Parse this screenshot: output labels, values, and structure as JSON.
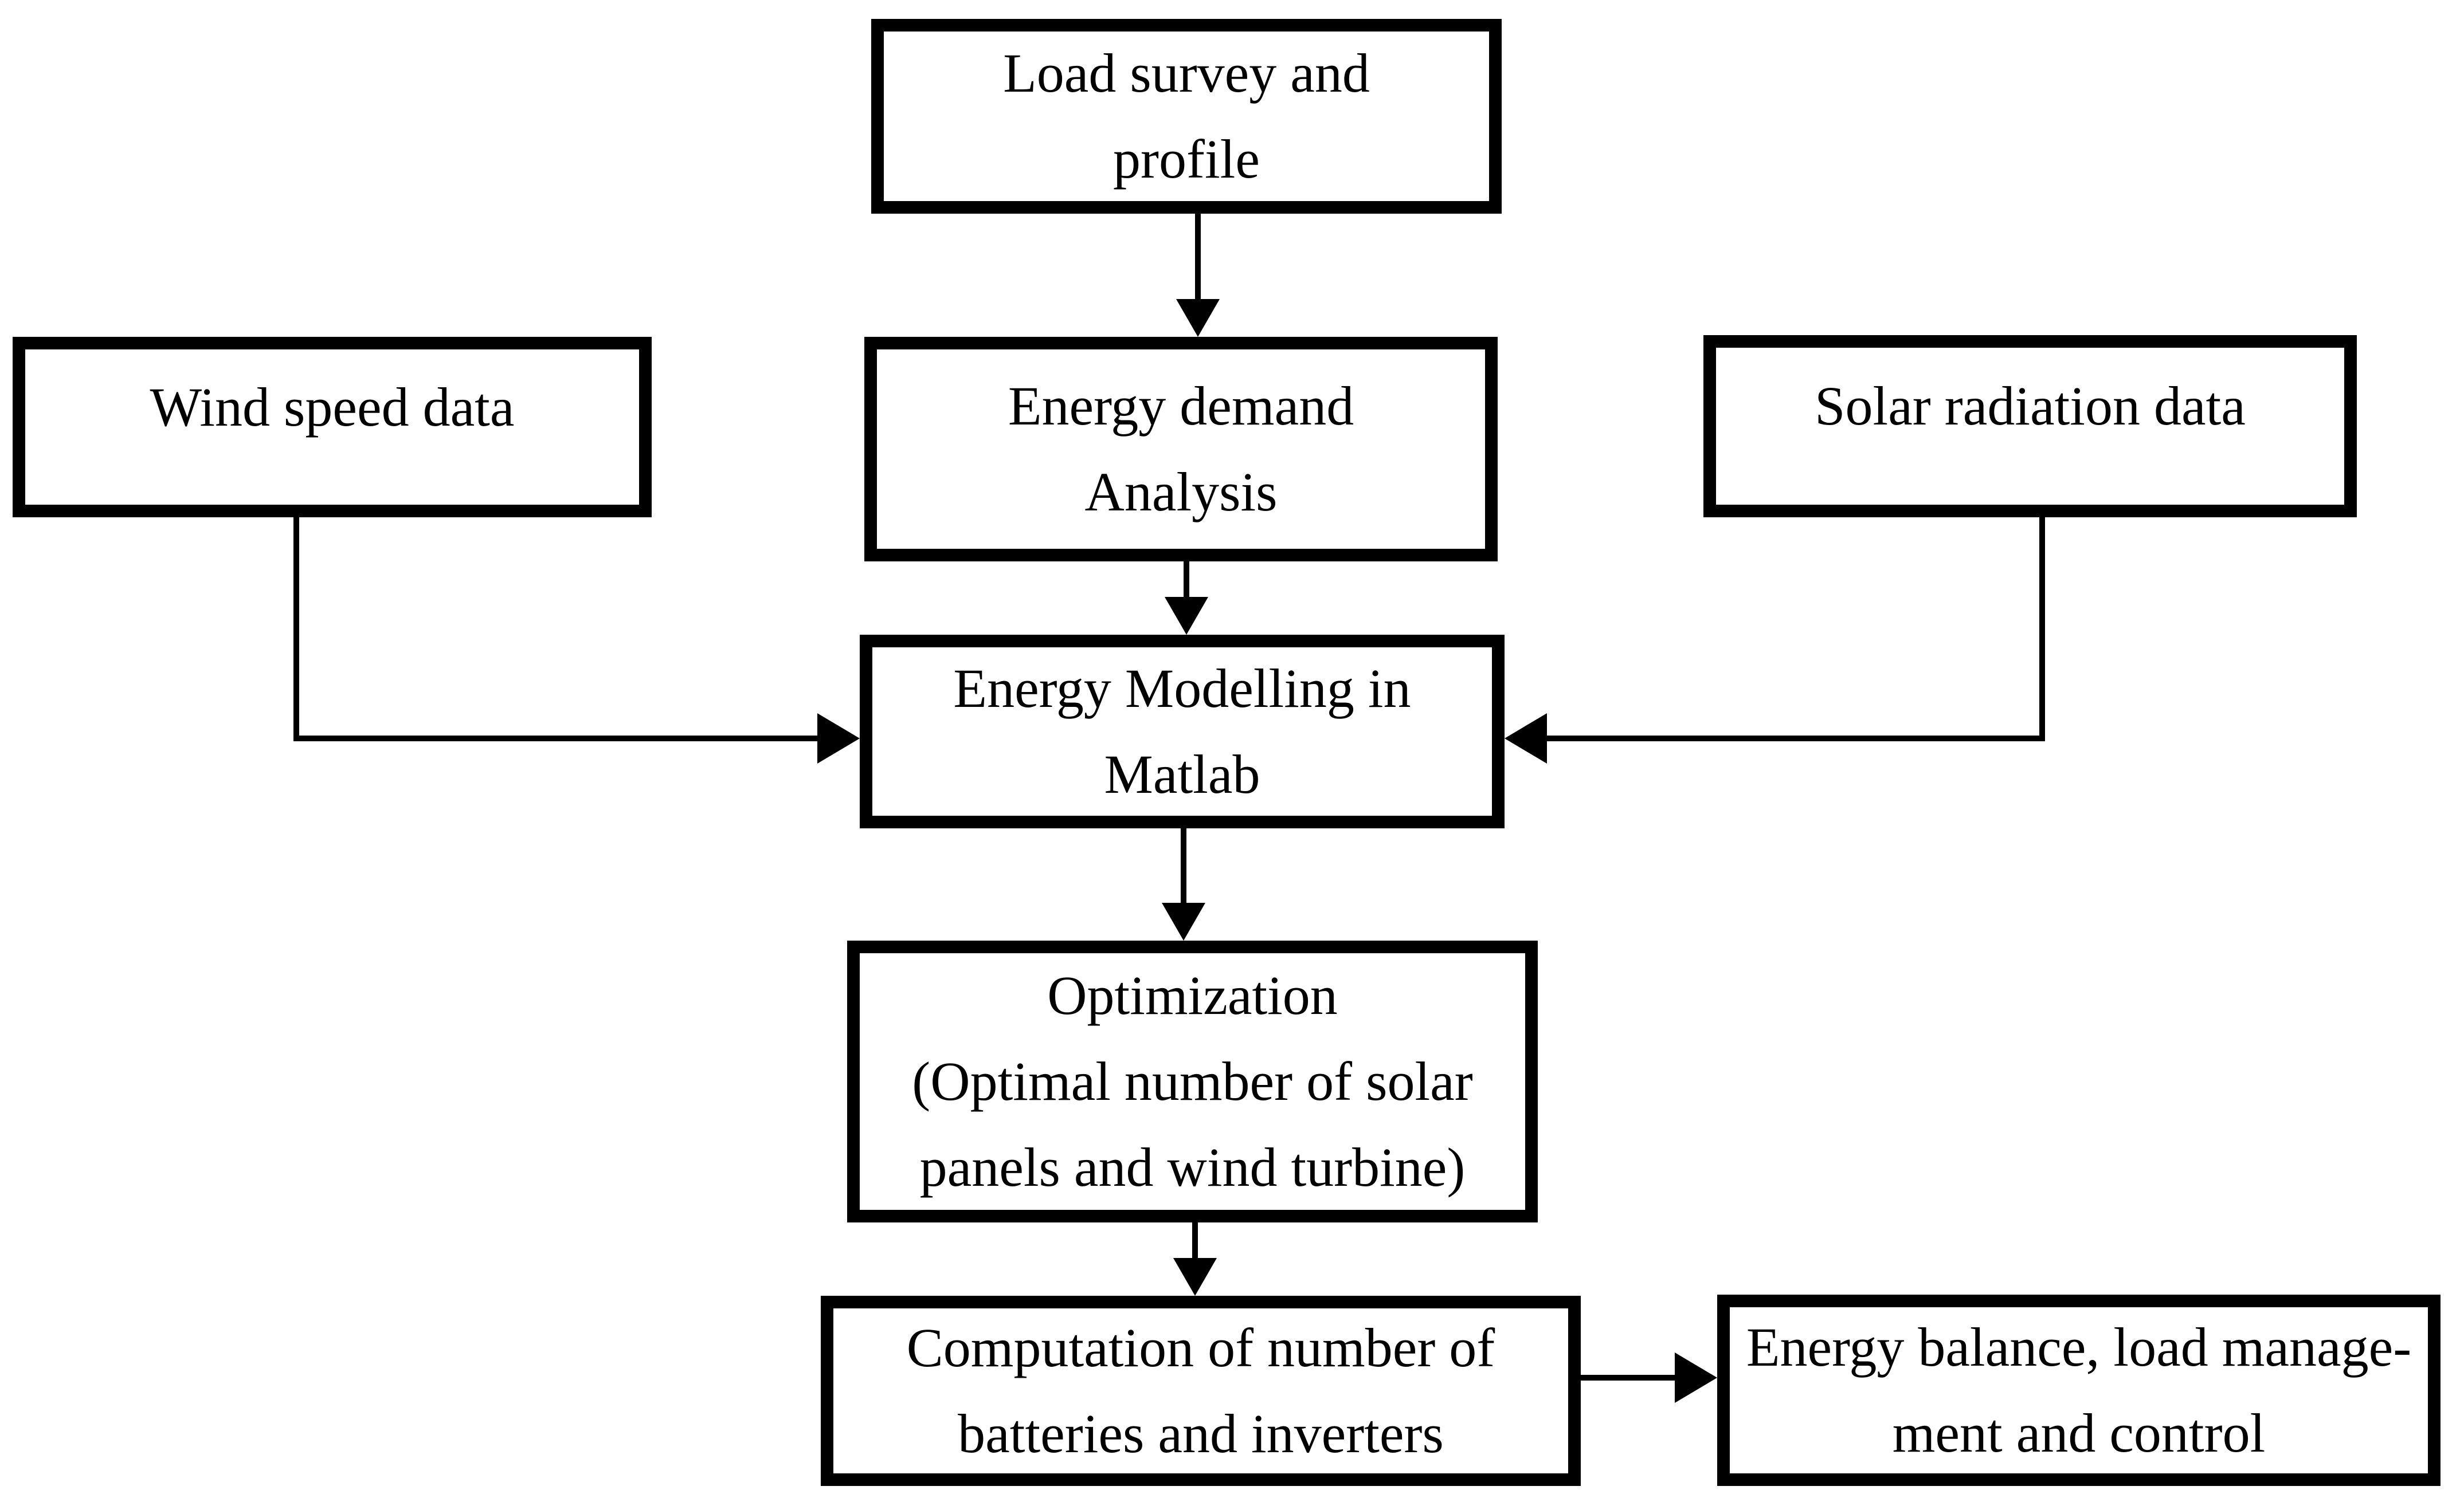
{
  "diagram": {
    "type": "flowchart",
    "colors": {
      "background": "#ffffff",
      "box_border": "#000000",
      "text": "#000000",
      "connector": "#000000"
    },
    "nodes": [
      {
        "id": "load-survey",
        "lines": [
          "Load survey and",
          "profile"
        ]
      },
      {
        "id": "wind-speed",
        "lines": [
          "Wind speed data"
        ]
      },
      {
        "id": "energy-demand",
        "lines": [
          "Energy demand",
          "Analysis"
        ]
      },
      {
        "id": "solar-radiation",
        "lines": [
          "Solar radiation data"
        ]
      },
      {
        "id": "energy-modelling",
        "lines": [
          "Energy Modelling in",
          "Matlab"
        ]
      },
      {
        "id": "optimization",
        "lines": [
          "Optimization",
          "(Optimal number of solar",
          "panels and wind turbine)"
        ]
      },
      {
        "id": "computation",
        "lines": [
          "Computation of number of",
          "batteries and inverters"
        ]
      },
      {
        "id": "energy-balance",
        "lines": [
          "Energy balance, load manage-",
          "ment and control"
        ]
      }
    ],
    "edges": [
      {
        "from": "load-survey",
        "to": "energy-demand",
        "style": "straight-down"
      },
      {
        "from": "energy-demand",
        "to": "energy-modelling",
        "style": "straight-down"
      },
      {
        "from": "wind-speed",
        "to": "energy-modelling",
        "style": "elbow-down-right"
      },
      {
        "from": "solar-radiation",
        "to": "energy-modelling",
        "style": "elbow-down-left"
      },
      {
        "from": "energy-modelling",
        "to": "optimization",
        "style": "straight-down"
      },
      {
        "from": "optimization",
        "to": "computation",
        "style": "straight-down"
      },
      {
        "from": "computation",
        "to": "energy-balance",
        "style": "straight-right"
      }
    ]
  }
}
